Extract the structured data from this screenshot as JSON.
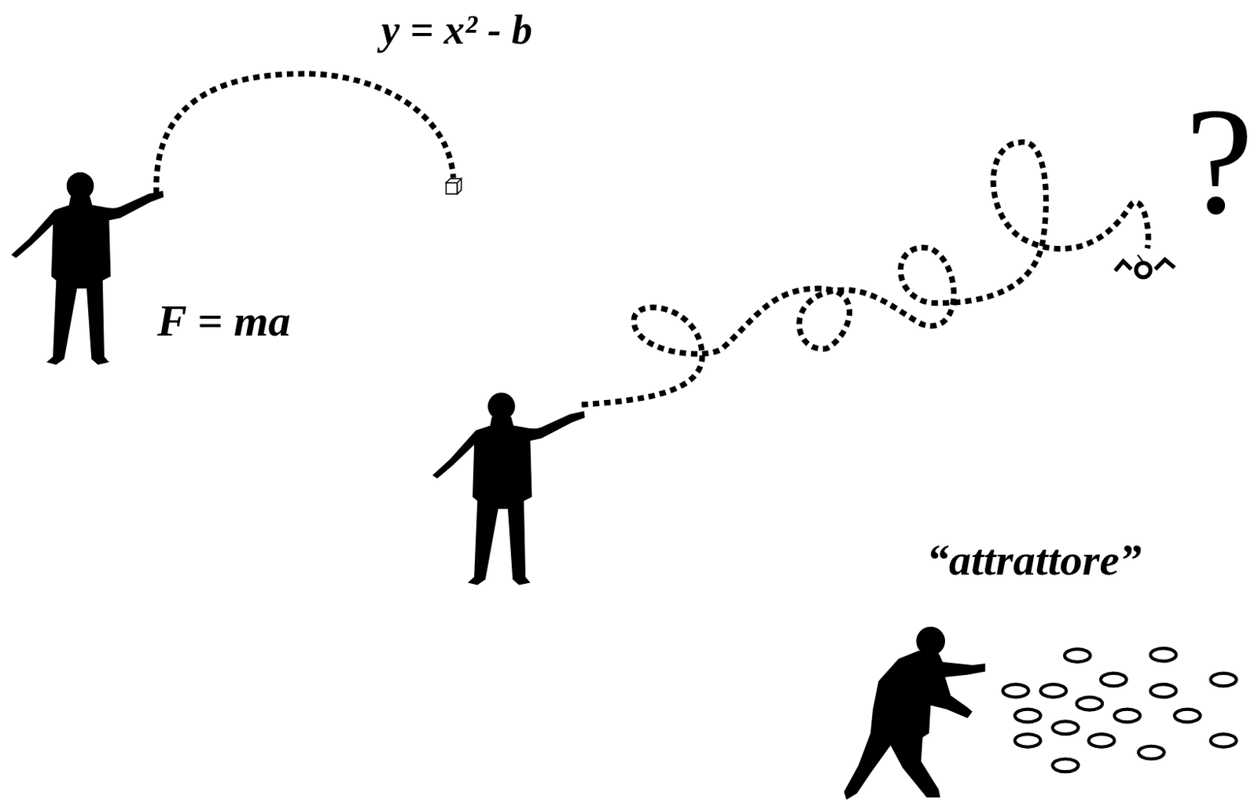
{
  "diagram": {
    "labels": [
      "y = x² - b",
      "F = ma",
      "?",
      "“attrattore”"
    ]
  }
}
